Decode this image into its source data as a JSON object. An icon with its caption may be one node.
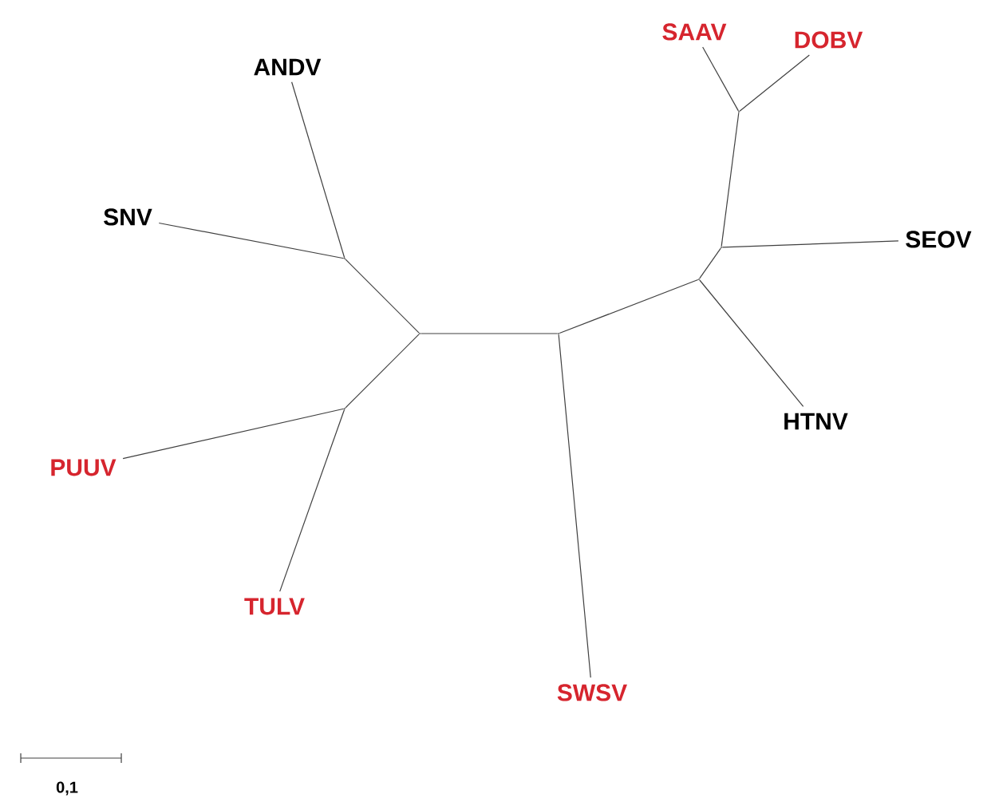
{
  "diagram": {
    "nodes": [
      {
        "text": [
          "SAAV"
        ]
      },
      {
        "text": [
          "DOBV"
        ]
      },
      {
        "text": [
          "ANDV"
        ]
      },
      {
        "text": [
          "SNV"
        ]
      },
      {
        "text": [
          "SEOV"
        ]
      },
      {
        "text": [
          "HTNV"
        ]
      },
      {
        "text": [
          "PUUV"
        ]
      },
      {
        "text": [
          "TULV"
        ]
      },
      {
        "text": [
          "SWSV"
        ]
      },
      {
        "text": [],
        "shape": "point"
      },
      {
        "text": [],
        "shape": "point"
      },
      {
        "text": [],
        "shape": "point"
      },
      {
        "text": [],
        "shape": "point"
      },
      {
        "text": [],
        "shape": "point"
      },
      {
        "text": [],
        "shape": "point"
      },
      {
        "text": [],
        "shape": "point"
      }
    ],
    "edges": [
      {
        "from": 2,
        "to": 9,
        "arrow": "none"
      },
      {
        "from": 3,
        "to": 9,
        "arrow": "none"
      },
      {
        "from": 9,
        "to": 11,
        "arrow": "none"
      },
      {
        "from": 11,
        "to": 10,
        "arrow": "none"
      },
      {
        "from": 10,
        "to": 6,
        "arrow": "none"
      },
      {
        "from": 10,
        "to": 7,
        "arrow": "none"
      },
      {
        "from": 11,
        "to": 12,
        "arrow": "none"
      },
      {
        "from": 12,
        "to": 8,
        "arrow": "none"
      },
      {
        "from": 12,
        "to": 13,
        "arrow": "none"
      },
      {
        "from": 13,
        "to": 5,
        "arrow": "none"
      },
      {
        "from": 13,
        "to": 14,
        "arrow": "none"
      },
      {
        "from": 14,
        "to": 4,
        "arrow": "none"
      },
      {
        "from": 14,
        "to": 15,
        "arrow": "none"
      },
      {
        "from": 15,
        "to": 0,
        "arrow": "none"
      },
      {
        "from": 15,
        "to": 1,
        "arrow": "none"
      }
    ],
    "labels": [
      "0,1"
    ]
  }
}
